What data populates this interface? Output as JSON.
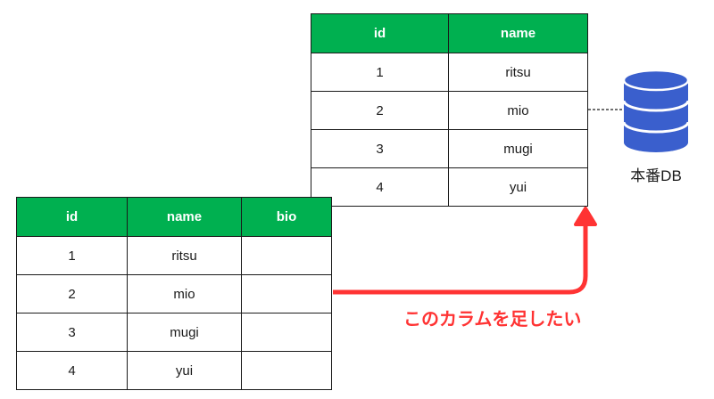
{
  "production_table": {
    "headers": [
      "id",
      "name"
    ],
    "rows": [
      [
        "1",
        "ritsu"
      ],
      [
        "2",
        "mio"
      ],
      [
        "3",
        "mugi"
      ],
      [
        "4",
        "yui"
      ]
    ]
  },
  "new_table": {
    "headers": [
      "id",
      "name",
      "bio"
    ],
    "rows": [
      [
        "1",
        "ritsu",
        ""
      ],
      [
        "2",
        "mio",
        ""
      ],
      [
        "3",
        "mugi",
        ""
      ],
      [
        "4",
        "yui",
        ""
      ]
    ]
  },
  "database": {
    "label": "本番DB",
    "icon": "database-icon",
    "color": "#3a5fcd"
  },
  "arrow": {
    "caption": "このカラムを足したい",
    "color": "#ff3333"
  },
  "colors": {
    "header_bg": "#00b050",
    "header_text": "#ffffff"
  }
}
